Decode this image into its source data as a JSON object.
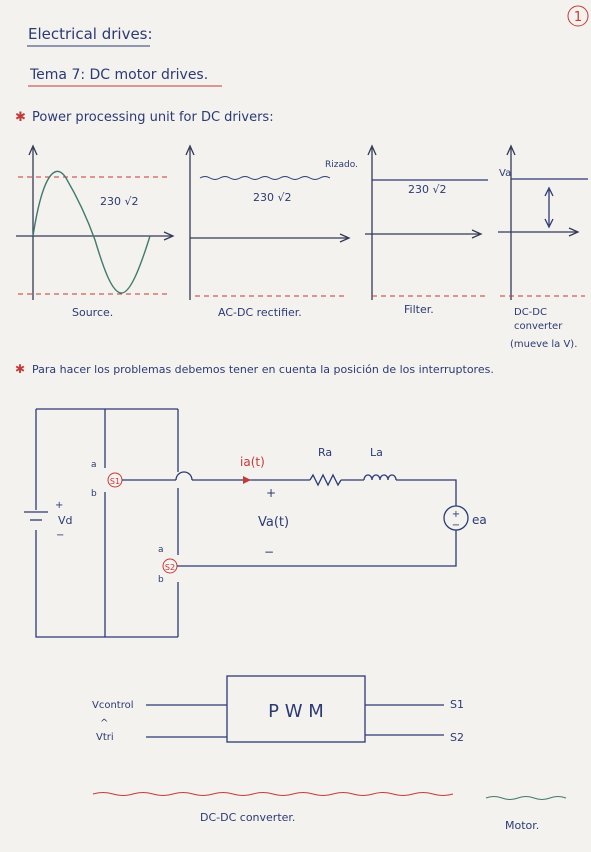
{
  "page_number": "1",
  "title": "Electrical drives:",
  "subtitle": "Tema 7: DC motor drives.",
  "section_heading": "Power processing unit for DC drivers:",
  "graphs": [
    {
      "value": "230 √2",
      "caption": "Source."
    },
    {
      "value": "230 √2",
      "caption": "AC-DC rectifier.",
      "note": "Rizado."
    },
    {
      "value": "230 √2",
      "caption": "Filter."
    },
    {
      "value": "",
      "axis_label": "Va",
      "caption_lines": [
        "DC-DC",
        "converter",
        "(mueve la V)."
      ]
    }
  ],
  "note": "Para hacer los problemas debemos tener en cuenta la posición de los interruptores.",
  "circuit": {
    "switch1": "S1",
    "switch2": "S2",
    "pos_a": "a",
    "pos_b": "b",
    "current": "ia(t)",
    "resistor": "Ra",
    "inductor": "La",
    "source_plus": "+",
    "source_label": "Vd",
    "voltage": "Va(t)",
    "plus": "+",
    "minus": "−",
    "emf": "ea"
  },
  "pwm": {
    "block_label": "P W M",
    "input1": "Vcontrol",
    "input_hat": "^",
    "input2": "Vtri",
    "output1": "S1",
    "output2": "S2"
  },
  "footer": {
    "left_label": "DC-DC converter.",
    "right_label": "Motor."
  },
  "colors": {
    "ink": "#2c3a73",
    "red": "#c23b3b",
    "wave": "#3f7a6c",
    "paper": "#f4f2ee"
  }
}
